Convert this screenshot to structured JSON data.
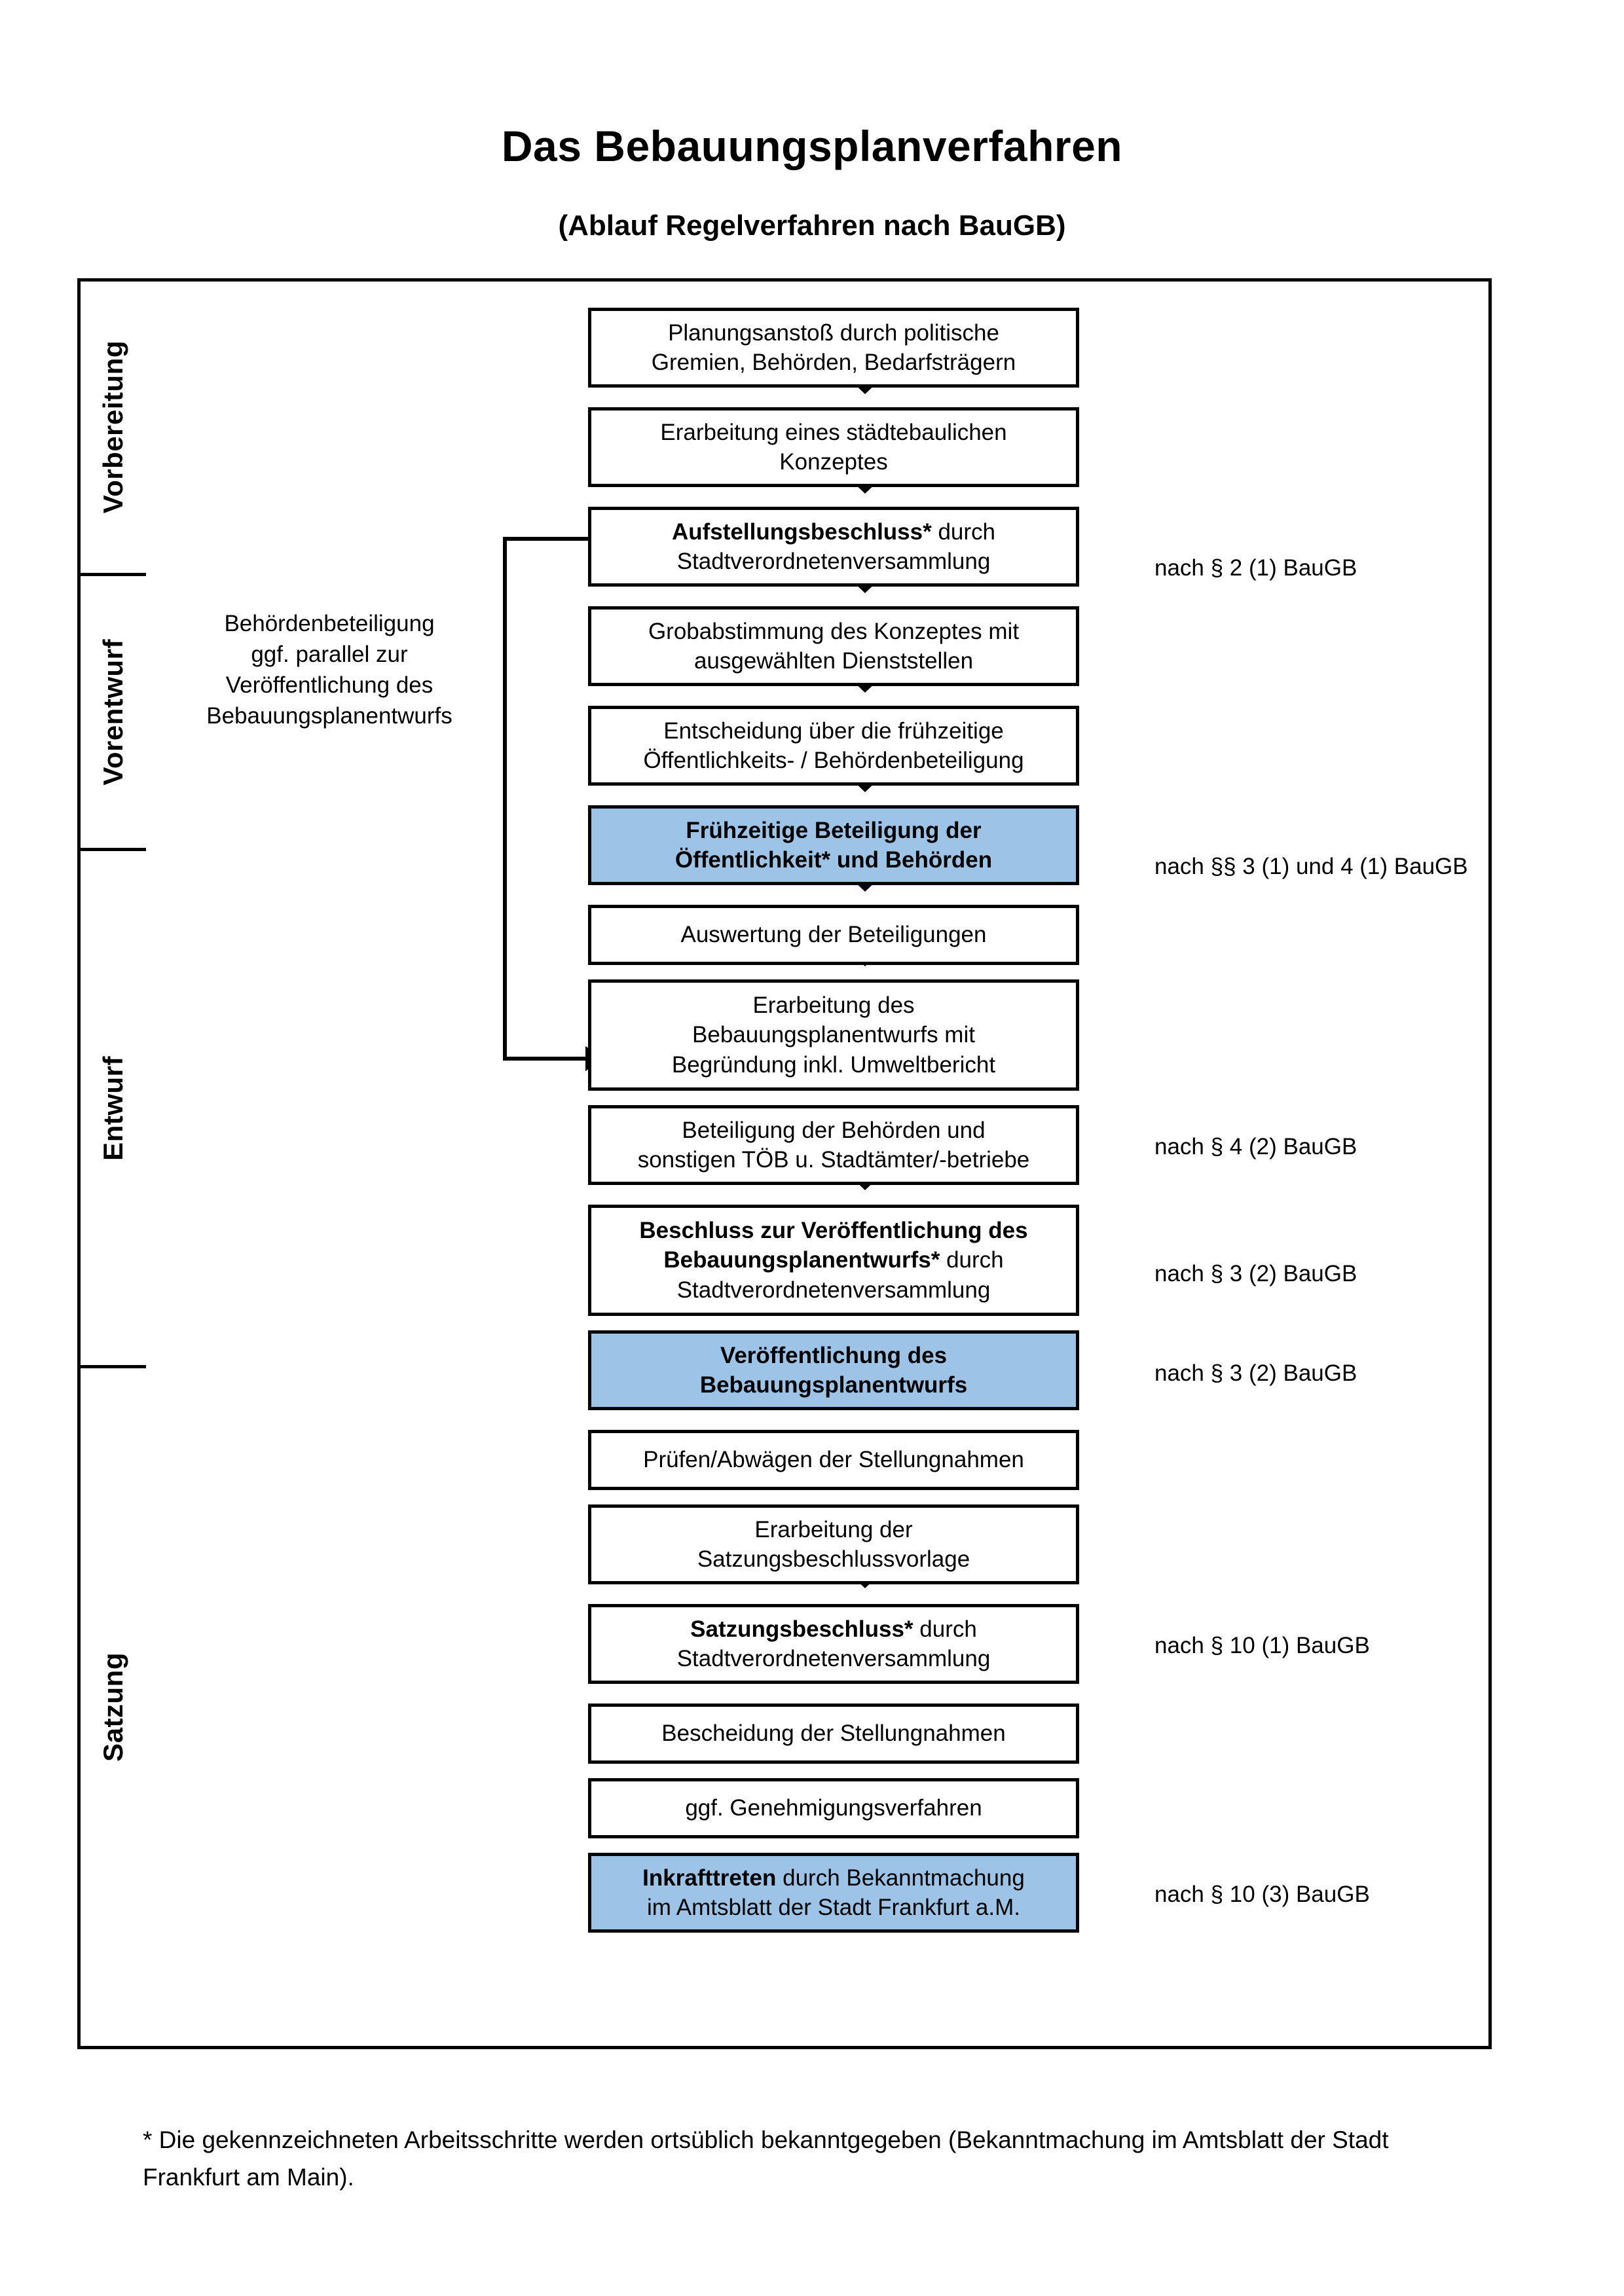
{
  "header": {
    "title": "Das Bebauungsplanverfahren",
    "subtitle": "(Ablauf Regelverfahren nach BauGB)"
  },
  "phases": [
    {
      "id": "vorbereitung",
      "label": "Vorbereitung"
    },
    {
      "id": "vorentwurf",
      "label": "Vorentwurf"
    },
    {
      "id": "entwurf",
      "label": "Entwurf"
    },
    {
      "id": "satzung",
      "label": "Satzung"
    }
  ],
  "band_colors": [
    "#f1f1f1",
    "#e6e6e6",
    "#d9d9d9",
    "#c0c0c0"
  ],
  "accent_color": "#9dc3e6",
  "steps": [
    {
      "id": "planungsanstoss",
      "phase": "vorbereitung",
      "highlight": false,
      "lines": [
        [
          {
            "t": "Planungsanstoß durch politische",
            "b": false
          }
        ],
        [
          {
            "t": "Gremien, Behörden, Bedarfsträgern",
            "b": false
          }
        ]
      ]
    },
    {
      "id": "staedtebauliches-konzept",
      "phase": "vorbereitung",
      "highlight": false,
      "lines": [
        [
          {
            "t": "Erarbeitung eines städtebaulichen",
            "b": false
          }
        ],
        [
          {
            "t": "Konzeptes",
            "b": false
          }
        ]
      ]
    },
    {
      "id": "aufstellungsbeschluss",
      "phase": "vorbereitung",
      "highlight": false,
      "lines": [
        [
          {
            "t": "Aufstellungsbeschluss*",
            "b": true
          },
          {
            "t": " durch",
            "b": false
          }
        ],
        [
          {
            "t": "Stadtverordnetenversammlung",
            "b": false
          }
        ]
      ]
    },
    {
      "id": "grobabstimmung",
      "phase": "vorentwurf",
      "highlight": false,
      "lines": [
        [
          {
            "t": "Grobabstimmung des Konzeptes mit",
            "b": false
          }
        ],
        [
          {
            "t": "ausgewählten Dienststellen",
            "b": false
          }
        ]
      ]
    },
    {
      "id": "entscheidung-fruehzeitige-beteiligung",
      "phase": "vorentwurf",
      "highlight": false,
      "lines": [
        [
          {
            "t": "Entscheidung über die frühzeitige",
            "b": false
          }
        ],
        [
          {
            "t": "Öffentlichkeits- / Behördenbeteiligung",
            "b": false
          }
        ]
      ]
    },
    {
      "id": "fruehzeitige-beteiligung",
      "phase": "vorentwurf",
      "highlight": true,
      "lines": [
        [
          {
            "t": "Frühzeitige Beteiligung der",
            "b": true
          }
        ],
        [
          {
            "t": "Öffentlichkeit* und Behörden",
            "b": true
          }
        ]
      ]
    },
    {
      "id": "auswertung-beteiligungen",
      "phase": "entwurf",
      "highlight": false,
      "lines": [
        [
          {
            "t": "Auswertung der Beteiligungen",
            "b": false
          }
        ]
      ]
    },
    {
      "id": "erarbeitung-bplanentwurf",
      "phase": "entwurf",
      "highlight": false,
      "lines": [
        [
          {
            "t": "Erarbeitung des",
            "b": false
          }
        ],
        [
          {
            "t": "Bebauungsplanentwurfs mit",
            "b": false
          }
        ],
        [
          {
            "t": "Begründung inkl. Umweltbericht",
            "b": false
          }
        ]
      ]
    },
    {
      "id": "beteiligung-behoerden-toeb",
      "phase": "entwurf",
      "highlight": false,
      "lines": [
        [
          {
            "t": "Beteiligung der Behörden und",
            "b": false
          }
        ],
        [
          {
            "t": "sonstigen TÖB u. Stadtämter/-betriebe",
            "b": false
          }
        ]
      ]
    },
    {
      "id": "beschluss-veroeffentlichung",
      "phase": "entwurf",
      "highlight": false,
      "lines": [
        [
          {
            "t": "Beschluss zur Veröffentlichung des",
            "b": true
          }
        ],
        [
          {
            "t": "Bebauungsplanentwurfs*",
            "b": true
          },
          {
            "t": " durch",
            "b": false
          }
        ],
        [
          {
            "t": "Stadtverordnetenversammlung",
            "b": false
          }
        ]
      ]
    },
    {
      "id": "veroeffentlichung-bplanentwurf",
      "phase": "entwurf",
      "highlight": true,
      "lines": [
        [
          {
            "t": "Veröffentlichung des",
            "b": true
          }
        ],
        [
          {
            "t": "Bebauungsplanentwurfs",
            "b": true
          }
        ]
      ]
    },
    {
      "id": "pruefen-abwaegen",
      "phase": "satzung",
      "highlight": false,
      "lines": [
        [
          {
            "t": "Prüfen/Abwägen der Stellungnahmen",
            "b": false
          }
        ]
      ]
    },
    {
      "id": "erarbeitung-satzungsvorlage",
      "phase": "satzung",
      "highlight": false,
      "lines": [
        [
          {
            "t": "Erarbeitung der",
            "b": false
          }
        ],
        [
          {
            "t": "Satzungsbeschlussvorlage",
            "b": false
          }
        ]
      ]
    },
    {
      "id": "satzungsbeschluss",
      "phase": "satzung",
      "highlight": false,
      "lines": [
        [
          {
            "t": "Satzungsbeschluss*",
            "b": true
          },
          {
            "t": " durch",
            "b": false
          }
        ],
        [
          {
            "t": "Stadtverordnetenversammlung",
            "b": false
          }
        ]
      ]
    },
    {
      "id": "bescheidung-stellungnahmen",
      "phase": "satzung",
      "highlight": false,
      "lines": [
        [
          {
            "t": "Bescheidung der Stellungnahmen",
            "b": false
          }
        ]
      ]
    },
    {
      "id": "genehmigungsverfahren",
      "phase": "satzung",
      "highlight": false,
      "lines": [
        [
          {
            "t": "ggf. Genehmigungsverfahren",
            "b": false
          }
        ]
      ]
    },
    {
      "id": "inkrafttreten",
      "phase": "satzung",
      "highlight": true,
      "lines": [
        [
          {
            "t": "Inkrafttreten",
            "b": true
          },
          {
            "t": " durch Bekanntmachung",
            "b": false
          }
        ],
        [
          {
            "t": "im Amtsblatt der Stadt Frankfurt a.M.",
            "b": false
          }
        ]
      ]
    }
  ],
  "law_notes": [
    {
      "id": "note-aufstellungsbeschluss",
      "text": "nach § 2 (1) BauGB"
    },
    {
      "id": "note-fruehzeitige-beteiligung",
      "text": "nach §§ 3 (1) und 4 (1) BauGB"
    },
    {
      "id": "note-behoerdenbeteiligung",
      "text": "nach § 4 (2) BauGB"
    },
    {
      "id": "note-beschluss-veroeffentlichung",
      "text": "nach § 3 (2) BauGB"
    },
    {
      "id": "note-veroeffentlichung",
      "text": "nach § 3 (2) BauGB"
    },
    {
      "id": "note-satzungsbeschluss",
      "text": "nach § 10 (1) BauGB"
    },
    {
      "id": "note-inkrafttreten",
      "text": "nach § 10 (3) BauGB"
    }
  ],
  "side_note": {
    "lines": [
      "Behördenbeteiligung",
      "ggf. parallel zur",
      "Veröffentlichung des",
      "Bebauungsplanentwurfs"
    ]
  },
  "footnote": {
    "text": "* Die gekennzeichneten Arbeitsschritte werden ortsüblich bekanntgegeben (Bekanntmachung im Amtsblatt  der Stadt Frankfurt am Main)."
  }
}
